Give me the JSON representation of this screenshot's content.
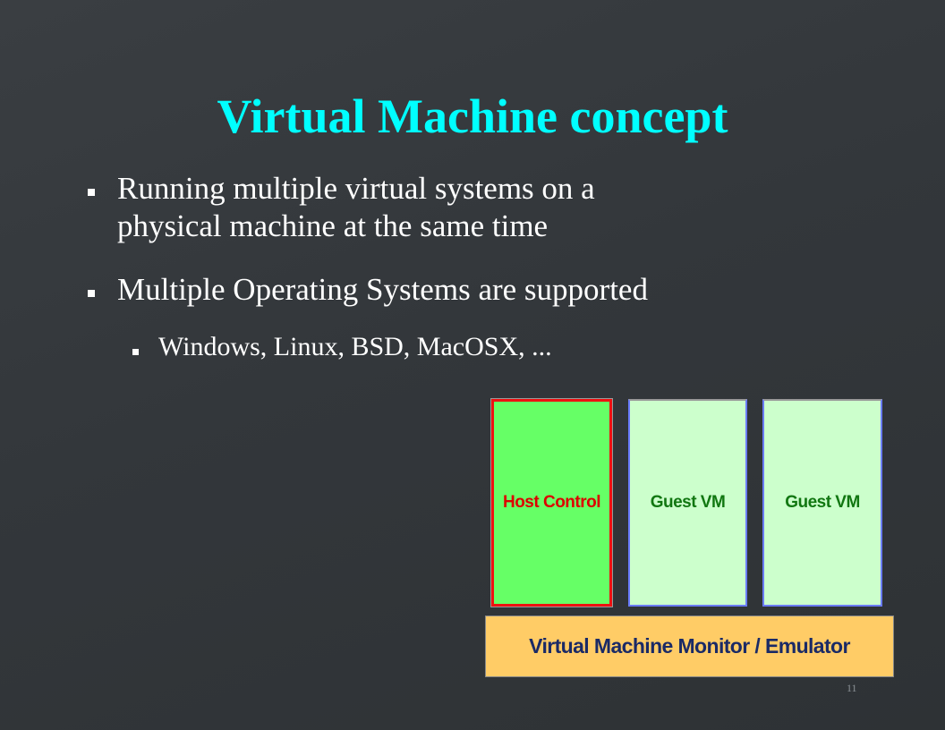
{
  "slide": {
    "title": "Virtual Machine concept",
    "bullets": [
      {
        "level": 1,
        "lines": [
          "Running multiple virtual systems on a",
          "physical machine at the same time"
        ]
      },
      {
        "level": 1,
        "lines": [
          "Multiple Operating Systems are supported"
        ]
      },
      {
        "level": 2,
        "lines": [
          "Windows, Linux, BSD, MacOSX, ..."
        ]
      }
    ],
    "page_number": "11"
  },
  "diagram": {
    "host_label": "Host Control",
    "guest_labels": [
      "Guest VM",
      "Guest VM"
    ],
    "monitor_label": "Virtual Machine Monitor / Emulator",
    "colors": {
      "host_fill": "#66ff66",
      "host_border": "#ee1111",
      "host_text": "#dd0000",
      "guest_fill": "#ccffcc",
      "guest_border": "#6a7cff",
      "guest_text": "#117711",
      "monitor_fill": "#ffcc66",
      "monitor_text": "#1a2a66",
      "title_color": "#00ffff"
    }
  }
}
